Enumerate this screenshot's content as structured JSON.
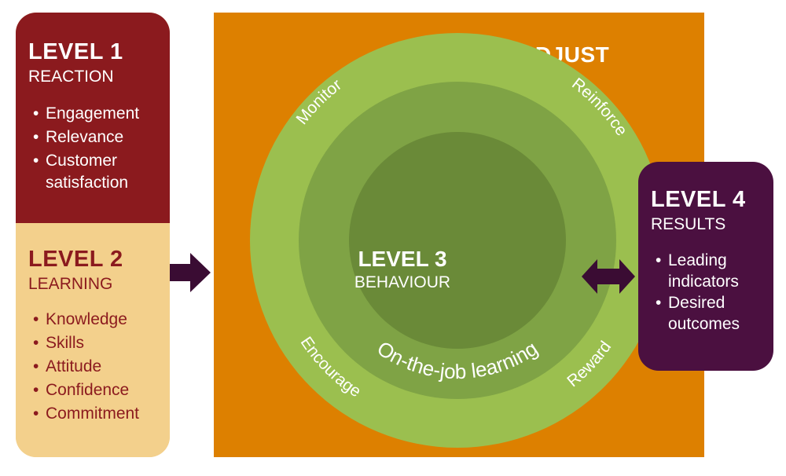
{
  "level1": {
    "title": "LEVEL 1",
    "subtitle": "REACTION",
    "items": [
      "Engagement",
      "Relevance",
      "Customer",
      "satisfaction"
    ]
  },
  "level2": {
    "title": "LEVEL 2",
    "subtitle": "LEARNING",
    "items": [
      "Knowledge",
      "Skills",
      "Attitude",
      "Confidence",
      "Commitment"
    ]
  },
  "monitor": {
    "title": "MONITOR & ADJUST"
  },
  "level3": {
    "title": "LEVEL 3",
    "subtitle": "BEHAVIOUR",
    "center_label": "On-the-job learning",
    "ring_labels": {
      "monitor": "Monitor",
      "reinforce": "Reinforce",
      "encourage": "Encourage",
      "reward": "Reward"
    }
  },
  "level4": {
    "title": "LEVEL 4",
    "subtitle": "RESULTS",
    "items": [
      "Leading",
      "indicators",
      "Desired",
      "outcomes"
    ]
  },
  "colors": {
    "level1_bg": "#8b1a1e",
    "level2_bg": "#f3d08c",
    "monitor_bg": "#dd8000",
    "outer_ring": "#9bbf4f",
    "middle_ring": "#7fa345",
    "inner_circle": "#6a8a38",
    "level4_bg": "#4b1040",
    "arrow": "#3a0c33"
  }
}
